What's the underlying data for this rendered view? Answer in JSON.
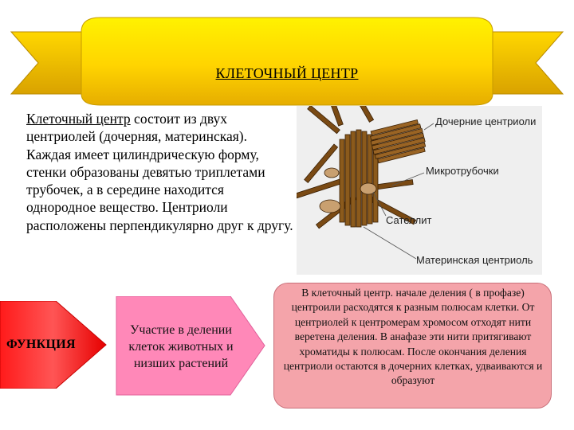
{
  "title": "КЛЕТОЧНЫЙ ЦЕНТР",
  "description": {
    "underlined": "Клеточный центр",
    "text": " состоит из двух центриолей (дочерняя, материнская). Каждая имеет цилиндрическую форму, стенки образованы девятью триплетами трубочек, а в середине находится однородное вещество. Центриоли расположены перпендикулярно друг к другу."
  },
  "figure": {
    "labels": {
      "daughter": "Дочерние центриоли",
      "microtubules": "Микротрубочки",
      "satellite": "Сателлит",
      "mother": "Материнская центриоль"
    }
  },
  "function_label": "ФУНКЦИЯ",
  "participation": "Участие в делении клеток животных и низших растений",
  "division_text": "В клеточный центр. начале деления ( в профазе) центроили расходятся к разным полюсам клетки. От центриолей к центромерам хромосом отходят нити веретена деления. В анафазе эти нити притягивают хроматиды к полюсам. После окончания деления центриоли остаются в дочерних клетках, удваиваются и образуют",
  "colors": {
    "banner": "#ffd800",
    "banner_dark": "#c29a00",
    "arrow": "#ff0000",
    "pentagon": "#ff85b5",
    "box": "#f4a4aa",
    "centriole": "#7a4a14"
  }
}
